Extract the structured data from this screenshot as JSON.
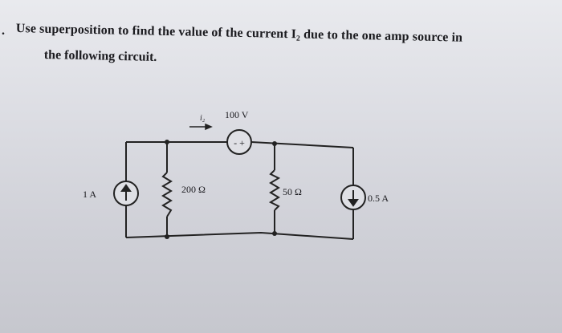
{
  "question": {
    "number": ".",
    "line1": "Use superposition to find the value of the current I₂ due to the one amp source in",
    "line2": "the following circuit."
  },
  "circuit": {
    "current_label": "i₂",
    "voltage_source_label": "100 V",
    "voltage_source_polarity": "- +",
    "left_source_label": "1 A",
    "resistor1_label": "200 Ω",
    "resistor2_label": "50 Ω",
    "right_source_label": "0.5 A"
  }
}
